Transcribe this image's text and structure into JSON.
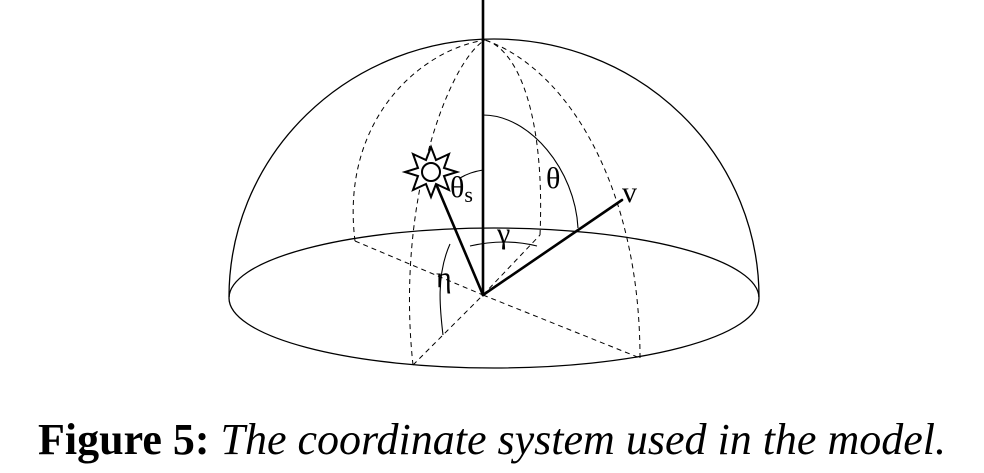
{
  "diagram": {
    "labels": {
      "theta_s_main": "θ",
      "theta_s_sub": "s",
      "theta": "θ",
      "v": "v",
      "gamma": "γ",
      "eta": "η"
    }
  },
  "caption": {
    "label": "Figure 5:",
    "text": "The coordinate system used in the model."
  }
}
